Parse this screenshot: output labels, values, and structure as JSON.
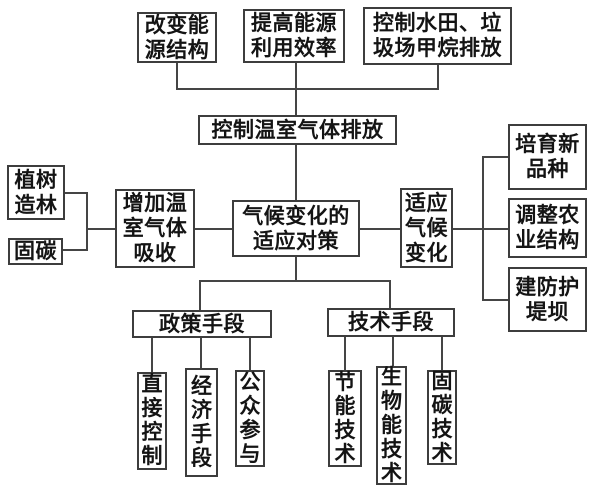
{
  "diagram": {
    "background": "#ffffff",
    "line_color": "#454545",
    "box_border_color": "#3d3d3d",
    "text_color": "#141414",
    "nodes": {
      "change_energy_structure": "改变能源结构",
      "improve_energy_efficiency": "提高能源利用效率",
      "control_methane_emissions": "控制水田、垃圾场甲烷排放",
      "control_greenhouse_gas_emissions": "控制温室气体排放",
      "climate_change_adaptation_strategies": "气候变化的适应对策",
      "increase_greenhouse_gas_absorption": "增加温室气体吸收",
      "afforestation": "植树造林",
      "carbon_sequestration": "固碳",
      "adapt_to_climate_change": "适应气候变化",
      "cultivate_new_varieties": "培育新品种",
      "adjust_agricultural_structure": "调整农业结构",
      "build_protective_dikes": "建防护堤坝",
      "policy_means": "政策手段",
      "technical_means": "技术手段",
      "direct_control": "直接控制",
      "economic_means": "经济手段",
      "public_participation": "公众参与",
      "energy_saving_technology": "节能技术",
      "bioenergy_technology": "生物能技术",
      "carbon_sequestration_technology": "固碳技术"
    }
  }
}
